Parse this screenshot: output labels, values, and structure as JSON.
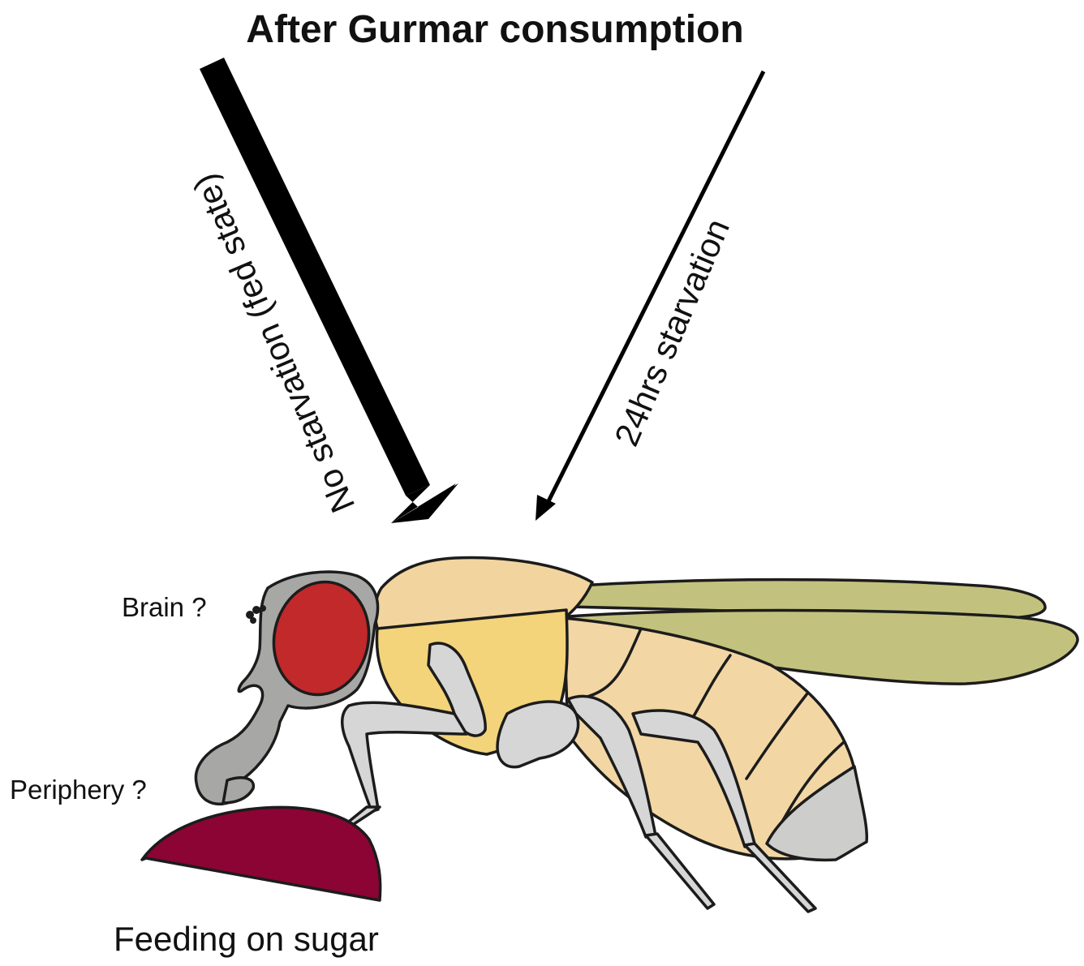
{
  "title": "After Gurmar consumption",
  "arrows": {
    "fed": {
      "label": "No starvation (fed state)"
    },
    "starved": {
      "label": "24hrs starvation"
    }
  },
  "labels": {
    "brain": "Brain ?",
    "periphery": "Periphery ?",
    "feeding": "Feeding on sugar"
  },
  "colors": {
    "eye": "#c1292a",
    "head": "#a7a8a5",
    "thorax": "#f2d59e",
    "thorax_lower": "#f3d47a",
    "abdomen": "#f2d6a4",
    "abdomen_tip": "#cdcdcb",
    "wing": "#c2c27e",
    "legs": "#d6d6d6",
    "sugar": "#8b0434",
    "outline": "#1c1c1c"
  }
}
